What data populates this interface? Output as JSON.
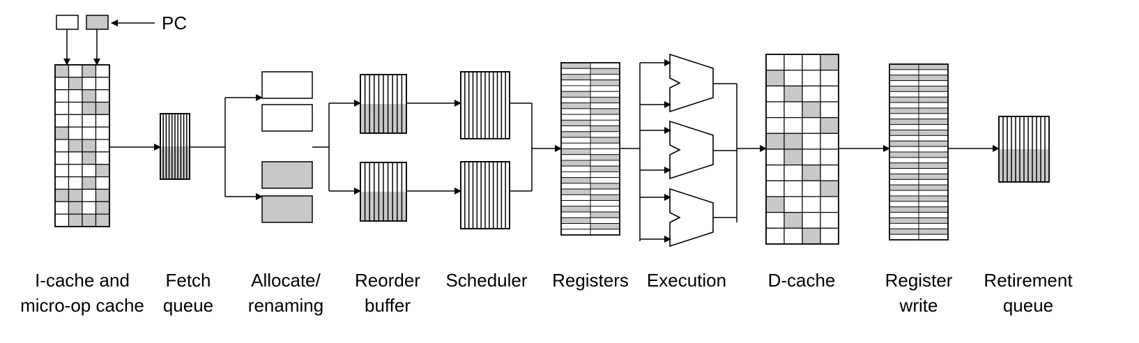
{
  "pc_label": "PC",
  "stages": [
    {
      "id": "icache",
      "lines": [
        "I-cache and",
        "micro-op cache"
      ]
    },
    {
      "id": "fetch-queue",
      "lines": [
        "Fetch",
        "queue"
      ]
    },
    {
      "id": "allocate-renaming",
      "lines": [
        "Allocate/",
        "renaming"
      ]
    },
    {
      "id": "reorder-buffer",
      "lines": [
        "Reorder",
        "buffer"
      ]
    },
    {
      "id": "scheduler",
      "lines": [
        "Scheduler"
      ]
    },
    {
      "id": "registers",
      "lines": [
        "Registers"
      ]
    },
    {
      "id": "execution",
      "lines": [
        "Execution"
      ]
    },
    {
      "id": "d-cache",
      "lines": [
        "D-cache"
      ]
    },
    {
      "id": "register-write",
      "lines": [
        "Register",
        "write"
      ]
    },
    {
      "id": "retirement-queue",
      "lines": [
        "Retirement",
        "queue"
      ]
    }
  ],
  "colors": {
    "shade": "#c8c8c8",
    "stroke": "#000000",
    "background": "#ffffff"
  }
}
